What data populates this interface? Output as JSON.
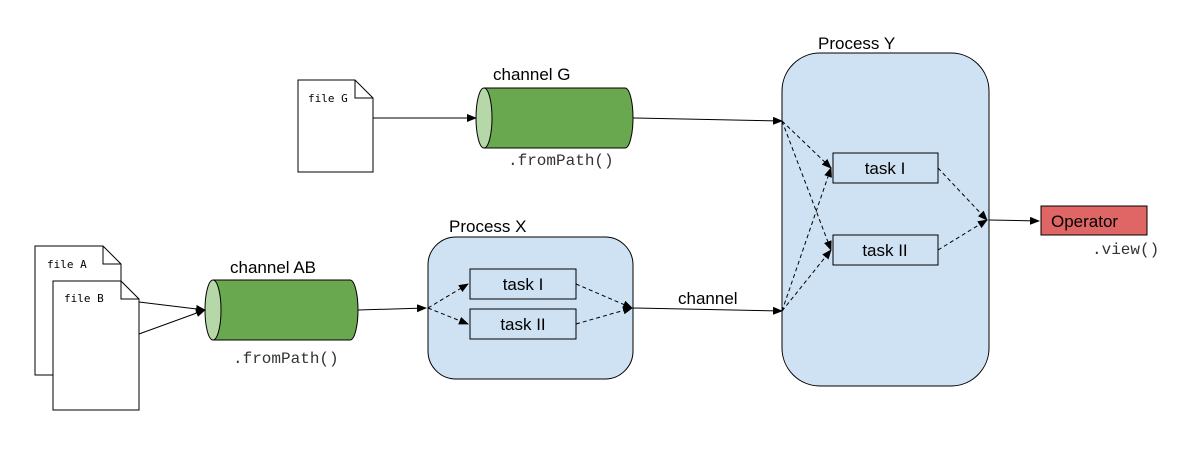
{
  "files": {
    "file_g": "file G",
    "file_a": "file A",
    "file_b": "file B"
  },
  "channels": {
    "channel_g": {
      "label": "channel G",
      "method": ".fromPath()"
    },
    "channel_ab": {
      "label": "channel AB",
      "method": ".fromPath()"
    },
    "middle_label": "channel"
  },
  "processes": {
    "process_x": {
      "label": "Process X",
      "tasks": [
        "task I",
        "task II"
      ]
    },
    "process_y": {
      "label": "Process Y",
      "tasks": [
        "task I",
        "task II"
      ]
    }
  },
  "operator": {
    "label": "Operator",
    "method": ".view()"
  },
  "colors": {
    "process_fill": "#cfe2f3",
    "cylinder_body": "#6aa84f",
    "cylinder_cap": "#b6d7a8",
    "operator_fill": "#e06666"
  }
}
